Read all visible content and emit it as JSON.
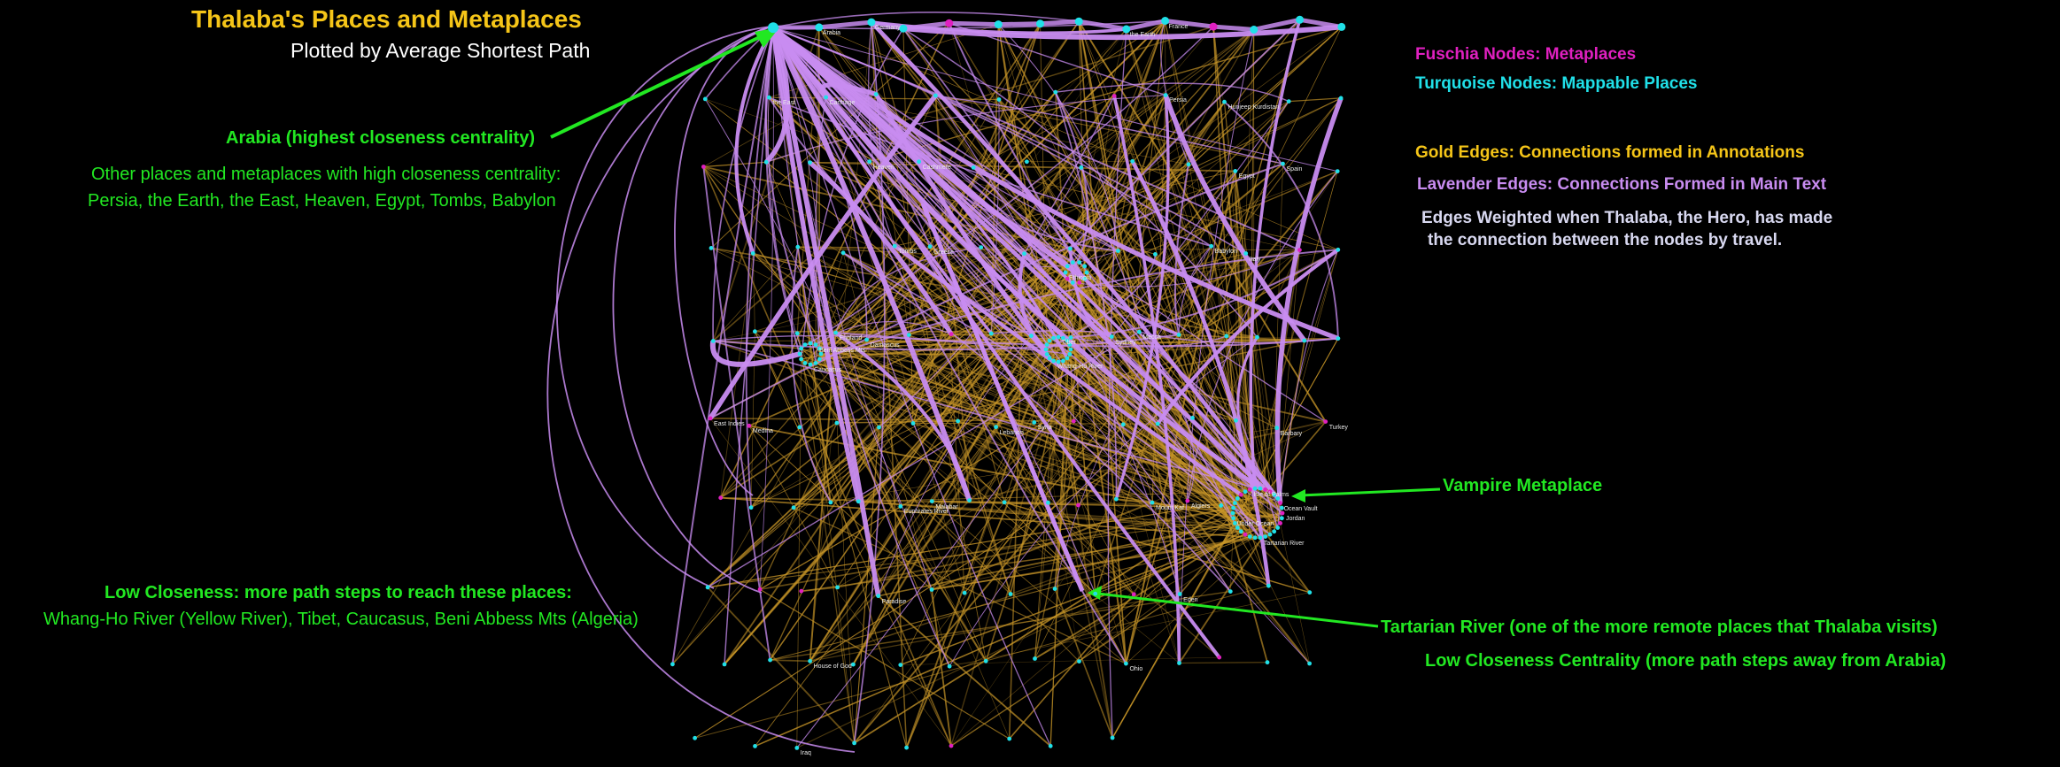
{
  "title": "Thalaba's Places and Metaplaces",
  "subtitle": "Plotted by Average Shortest Path",
  "callouts": {
    "arabia": "Arabia (highest closeness centrality)",
    "high_intro": "Other places and metaplaces with high closeness centrality:",
    "high_list": "Persia, the Earth, the East, Heaven, Egypt, Tombs, Babylon",
    "low_intro": "Low Closeness: more path steps to reach these places:",
    "low_list": "Whang-Ho River (Yellow River), Tibet, Caucasus, Beni Abbess Mts (Algeria)",
    "vampire": "Vampire Metaplace",
    "tartarian": "Tartarian River (one of the more remote places that Thalaba visits)",
    "low_centrality": "Low Closeness Centrality (more path steps away from Arabia)"
  },
  "legend": {
    "fuschia": "Fuschia Nodes: Metaplaces",
    "turquoise": "Turquoise Nodes: Mappable Places",
    "gold_edges": "Gold Edges: Connections formed in Annotations",
    "lavender_edges": "Lavender Edges: Connections Formed in Main Text",
    "weighted_line1": "Edges Weighted when Thalaba, the Hero, has made",
    "weighted_line2": "the connection between the nodes by travel."
  },
  "colors": {
    "title": "#f5c518",
    "callout_green": "#22e822",
    "fuschia": "#e020c0",
    "turquoise": "#20e0e8",
    "gold": "#c89628",
    "lavender": "#c88cf0",
    "note": "#d8d8f0"
  },
  "node_labels": [
    "Arabia",
    "the Earth",
    "the East",
    "Persia",
    "Heaven",
    "Egypt",
    "Tombs",
    "Babylon",
    "England",
    "Sydney",
    "East Indies",
    "Lebanon",
    "Barbary",
    "Euphrates River",
    "Mount Kaf",
    "Paradise",
    "Eden",
    "House of God",
    "Ohio",
    "Iraq",
    "Jordan",
    "Tartarian River",
    "Under Ocean",
    "Isle of Palms",
    "Ocean Vault",
    "Whang-Ho River",
    "Tibet",
    "Caucasus",
    "Beni Abbess Mts",
    "Ethiopia",
    "Germany",
    "France",
    "Carthage",
    "Hunjeep Kurdistan",
    "Cashmere",
    "Spain",
    "Greece",
    "Italy",
    "Damascus",
    "Mecca",
    "Medina",
    "Syria",
    "Turkey",
    "Malabar",
    "Algiers"
  ]
}
